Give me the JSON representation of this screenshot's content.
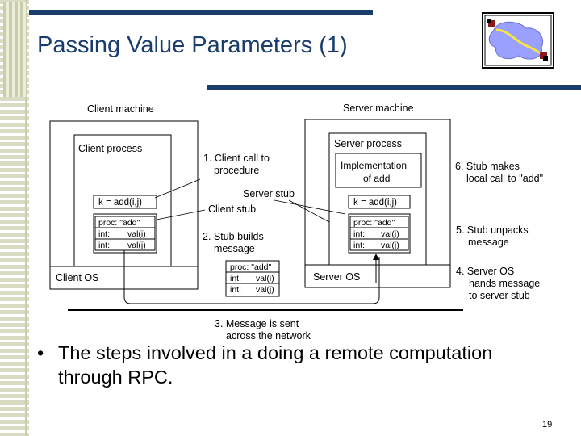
{
  "slide": {
    "title": "Passing Value Parameters (1)",
    "bullet": "The steps involved in a doing a remote computation through RPC.",
    "page_number": "19"
  },
  "diagram": {
    "client_machine": "Client machine",
    "server_machine": "Server machine",
    "client_process": "Client process",
    "server_process": "Server process",
    "implementation_line1": "Implementation",
    "implementation_line2": "of add",
    "call_client": "k = add(i,j)",
    "call_server": "k = add(i,j)",
    "client_msg": {
      "proc": "proc: \"add\"",
      "int1": "int:",
      "val1": "val(i)",
      "int2": "int:",
      "val2": "val(j)"
    },
    "server_msg": {
      "proc": "proc: \"add\"",
      "int1": "int:",
      "val1": "val(i)",
      "int2": "int:",
      "val2": "val(j)"
    },
    "network_msg": {
      "proc": "proc: \"add\"",
      "int1": "int:",
      "val1": "val(i)",
      "int2": "int:",
      "val2": "val(j)"
    },
    "client_os": "Client OS",
    "server_os": "Server OS",
    "server_stub": "Server stub",
    "client_stub": "Client stub",
    "step1_line1": "1. Client call to",
    "step1_line2": "procedure",
    "step2_line1": "2. Stub builds",
    "step2_line2": "message",
    "step3_line1": "3. Message is sent",
    "step3_line2": "across the network",
    "step4_line1": "4. Server OS",
    "step4_line2": "hands message",
    "step4_line3": "to server stub",
    "step5_line1": "5. Stub unpacks",
    "step5_line2": "message",
    "step6_line1": "6. Stub makes",
    "step6_line2": "local call to \"add\""
  }
}
